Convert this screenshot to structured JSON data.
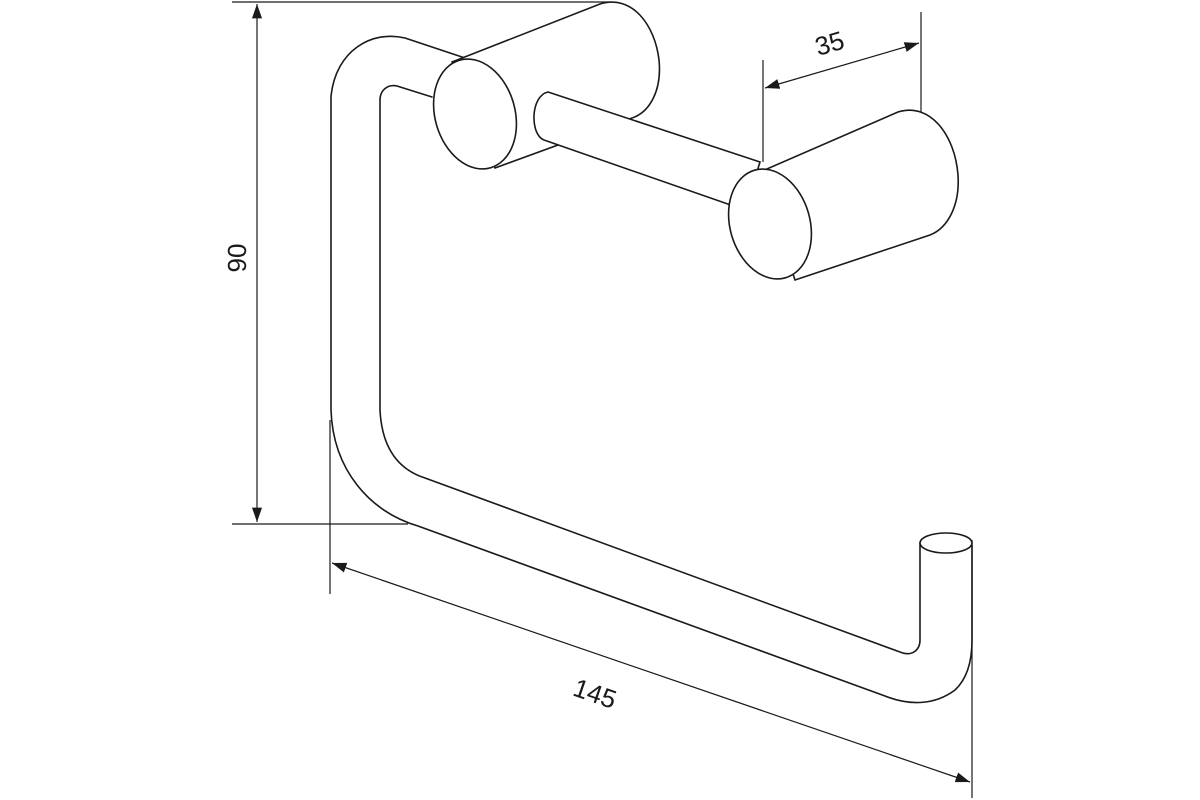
{
  "dimensions": {
    "height_label": "90",
    "width_label": "145",
    "depth_label": "35"
  },
  "colors": {
    "line": "#1a1a1a",
    "background": "#ffffff"
  }
}
